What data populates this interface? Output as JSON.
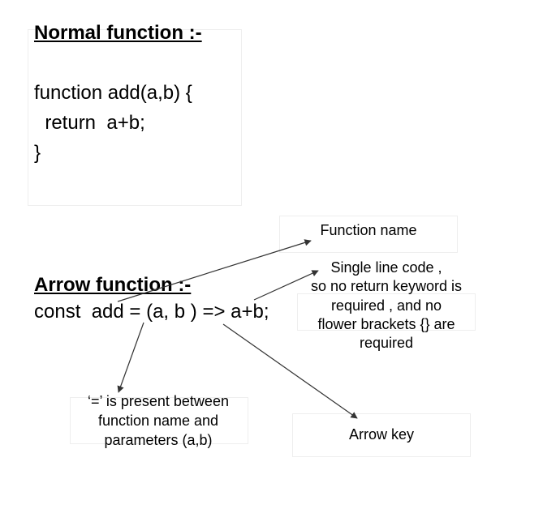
{
  "normal": {
    "heading": "Normal function :-",
    "line1": "function  add(a,b) {",
    "line2": "  return  a+b;",
    "line3": "}"
  },
  "arrow": {
    "heading": "Arrow function :-",
    "code": "const  add = (a, b ) => a+b;"
  },
  "annotations": {
    "function_name": "Function name",
    "single_line_1": "Single line code ,",
    "single_line_2": "so no return keyword is",
    "single_line_3": "required , and no",
    "single_line_4": "flower brackets {} are",
    "single_line_5": "required",
    "equals_1": "‘=’ is present between",
    "equals_2": "function name and",
    "equals_3": "parameters (a,b)",
    "arrow_key": "Arrow key"
  },
  "colors": {
    "text": "#000000",
    "box_border": "#eeeeee",
    "arrow_line": "#333333"
  }
}
